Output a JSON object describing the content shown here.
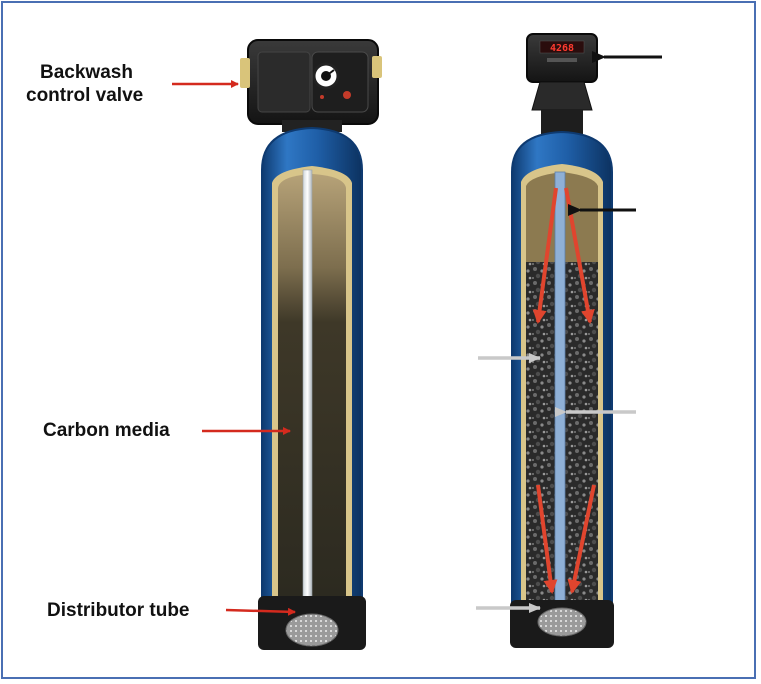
{
  "labels": {
    "backwash_line1": "Backwash",
    "backwash_line2": "control valve",
    "carbon_media": "Carbon media",
    "distributor_tube": "Distributor tube"
  },
  "controller_display": "4268",
  "colors": {
    "frame_border": "#4a6fb3",
    "tank_blue": "#1f5fa8",
    "tank_outline": "#0e3a70",
    "media_liner": "#d8c58a",
    "carbon_dark": "#3a3426",
    "valve_black": "#1c1c1c",
    "pointer_red": "#d42a1e",
    "flow_red": "#e0452e",
    "pointer_black": "#111111",
    "pointer_white": "#c9c9c9"
  }
}
